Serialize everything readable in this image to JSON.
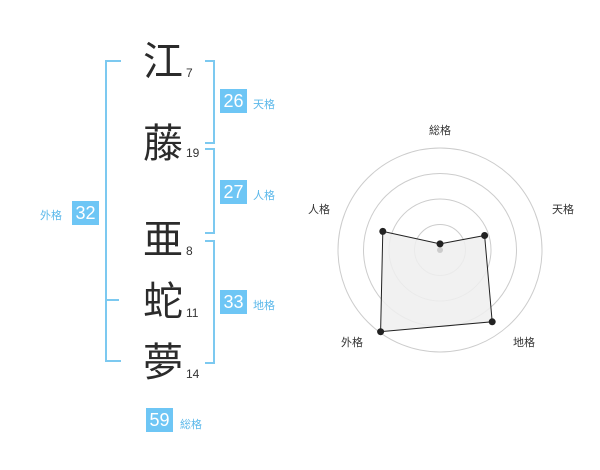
{
  "name_chars": [
    {
      "char": "江",
      "strokes": "7"
    },
    {
      "char": "藤",
      "strokes": "19"
    },
    {
      "char": "亜",
      "strokes": "8"
    },
    {
      "char": "蛇",
      "strokes": "11"
    },
    {
      "char": "夢",
      "strokes": "14"
    }
  ],
  "fortune": {
    "gaikaku": {
      "label": "外格",
      "value": "32"
    },
    "tenkaku": {
      "label": "天格",
      "value": "26"
    },
    "jinkaku": {
      "label": "人格",
      "value": "27"
    },
    "chikaku": {
      "label": "地格",
      "value": "33"
    },
    "soukaku": {
      "label": "総格",
      "value": "59"
    }
  },
  "radar": {
    "labels": [
      "総格",
      "天格",
      "地格",
      "外格",
      "人格"
    ],
    "levels": [
      0.06,
      0.46,
      0.87,
      0.99,
      0.59
    ],
    "rings": 4,
    "colors": {
      "ring": "#cccccc",
      "fill": "#eeeeee",
      "line": "#222222",
      "point": "#222222",
      "center": "#cccccc"
    }
  },
  "colors": {
    "accent": "#6ec6f5",
    "bracket": "#7cc9f0"
  }
}
